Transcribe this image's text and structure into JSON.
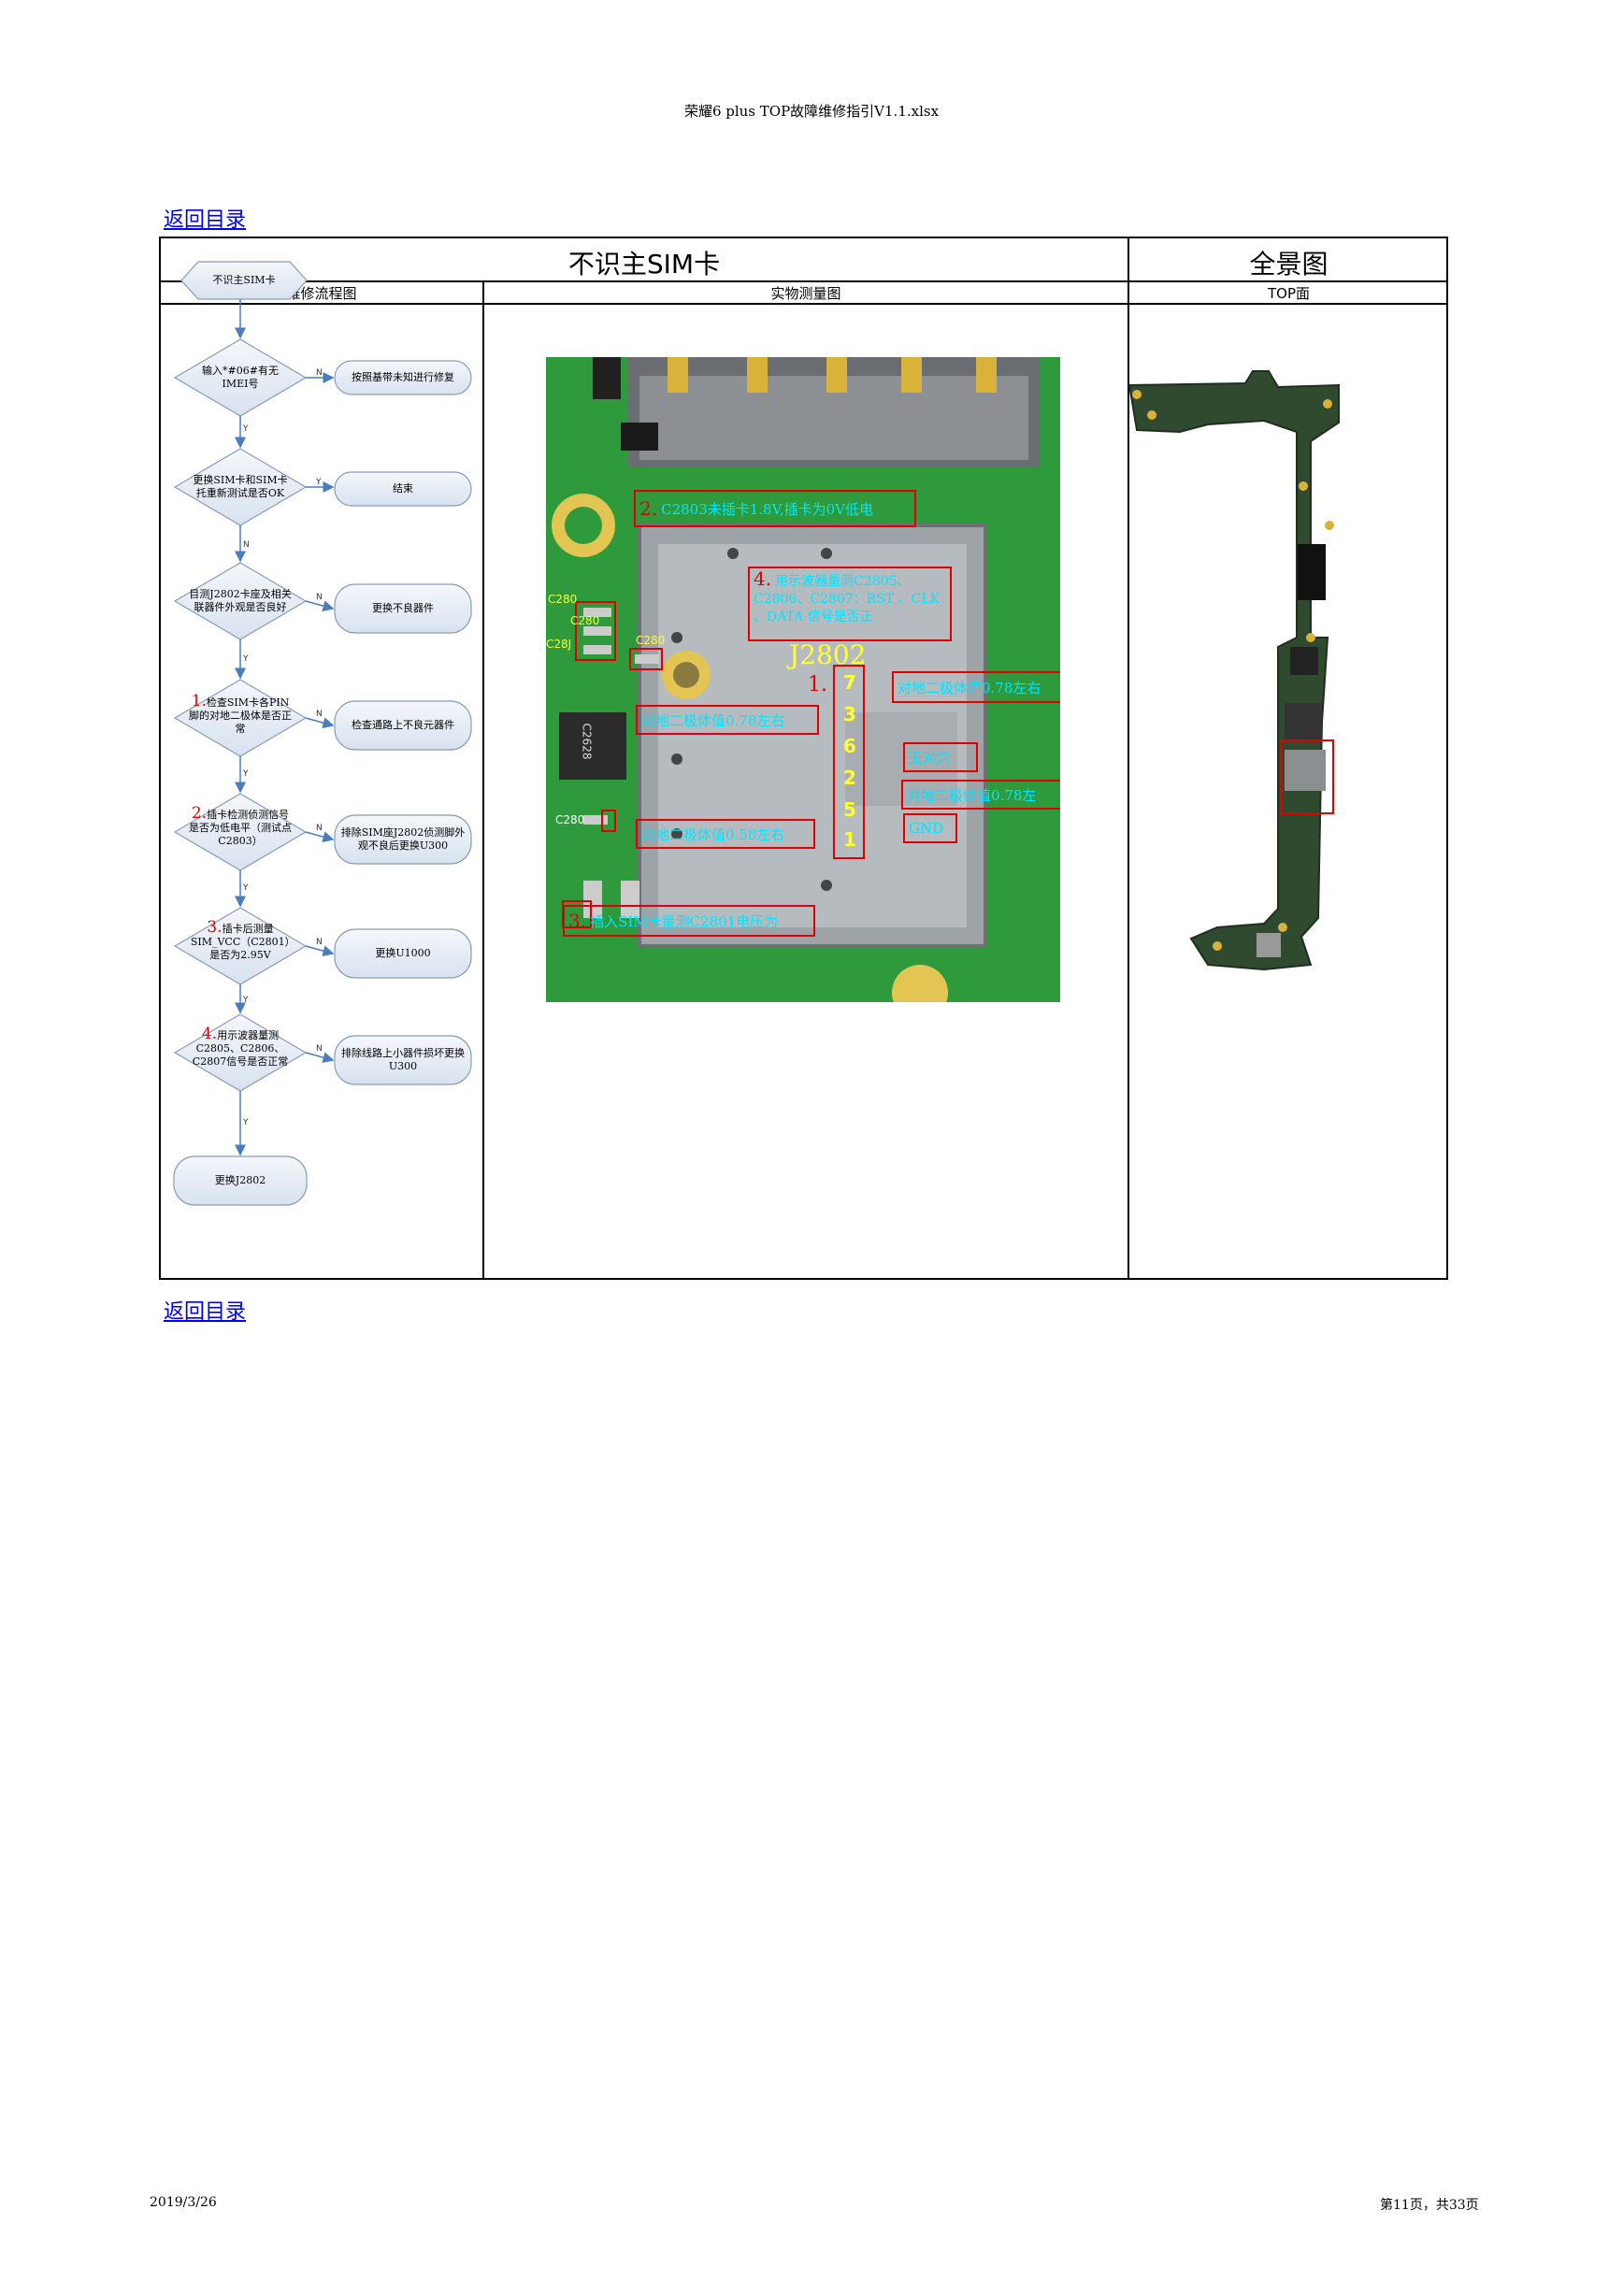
{
  "header": {
    "title": "荣耀6 plus    TOP故障维修指引V1.1.xlsx"
  },
  "nav": {
    "back_label": "返回目录"
  },
  "table": {
    "main_title": "不识主SIM卡",
    "overview_title": "全景图",
    "col_flow": "维修流程图",
    "col_photo": "实物测量图",
    "col_top": "TOP面"
  },
  "flow": {
    "start": "不识主SIM卡",
    "d1": "输入*#06#有无IMEI号",
    "a1": "按照基带未知进行修复",
    "d2": "更换SIM卡和SIM卡托重新测试是否OK",
    "a2": "结束",
    "d3": "目测J2802卡座及相关联器件外观是否良好",
    "a3": "更换不良器件",
    "d4_num": "1.",
    "d4": "检查SIM卡各PIN脚的对地二极体是否正常",
    "a4": "检查通路上不良元器件",
    "d5_num": "2.",
    "d5": "插卡检测侦测信号是否为低电平（测试点C2803）",
    "a5": "排除SIM座J2802侦测脚外观不良后更换U300",
    "d6_num": "3.",
    "d6": "插卡后测量SIM_VCC（C2801）是否为2.95V",
    "a6": "更换U1000",
    "d7_num": "4.",
    "d7": "用示波器量测C2805、C2806、C2807信号是否正常",
    "a7": "排除线路上小器件损坏更换U300",
    "end": "更换J2802",
    "yes": "Y",
    "no": "N"
  },
  "photo": {
    "ann2_num": "2.",
    "ann2": "C2803未插卡1.8V,插卡为0V低电",
    "ann4_num": "4.",
    "ann4": "用示波器量测C2805、C2806、C2807：RST 、CLK 、DATA 信号是否正",
    "connector": "J2802",
    "ann1_num": "1.",
    "pin7": "对地二极体值0.78左右",
    "pin3": "对地二极体值0.78左右",
    "pin6": "无对穴",
    "pin2": "对地二极体值0.78左",
    "pin5": "GND",
    "pin1": "对地二极体值0.58左右",
    "ann3_num": "3.",
    "ann3": "插入SIM卡量测C2801电压为",
    "pins": [
      "7",
      "3",
      "6",
      "2",
      "5",
      "1"
    ],
    "caps": [
      "C280",
      "C280",
      "C28J",
      "C280",
      "C280"
    ],
    "chip": "C2628"
  },
  "footer": {
    "date": "2019/3/26",
    "page": "第11页，共33页"
  }
}
